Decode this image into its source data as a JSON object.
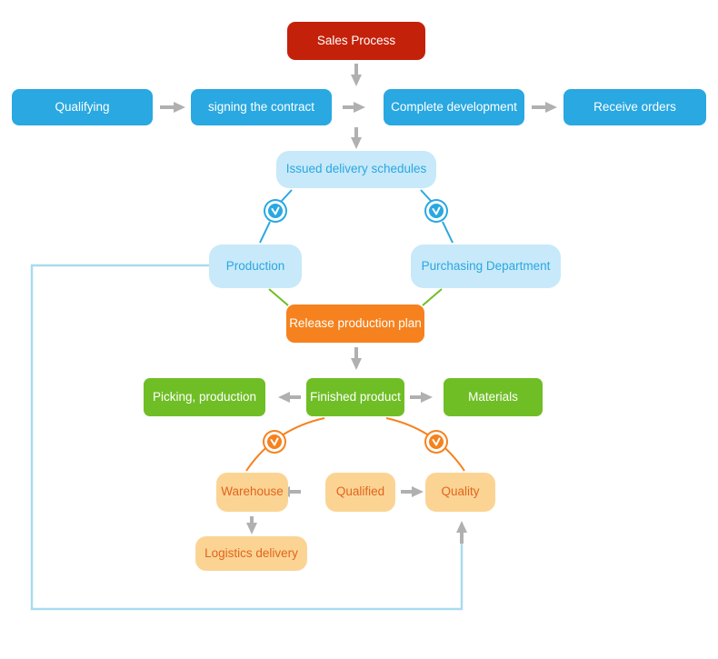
{
  "diagram": {
    "title": "Sales Process flowchart",
    "nodes": {
      "sales": {
        "label": "Sales Process",
        "color": "#c4210a"
      },
      "qualifying": {
        "label": "Qualifying",
        "color": "#29a8e1"
      },
      "signing": {
        "label": "signing the contract",
        "color": "#29a8e1"
      },
      "complete": {
        "label": "Complete development",
        "color": "#29a8e1"
      },
      "receive": {
        "label": "Receive orders",
        "color": "#29a8e1"
      },
      "issued": {
        "label": "Issued delivery schedules",
        "color": "#c7e9fa"
      },
      "production": {
        "label": "Production",
        "color": "#c7e9fa"
      },
      "purchasing": {
        "label": "Purchasing Department",
        "color": "#c7e9fa"
      },
      "release": {
        "label": "Release production plan",
        "color": "#f5821e"
      },
      "picking": {
        "label": "Picking, production",
        "color": "#6fbe26"
      },
      "finished": {
        "label": "Finished product",
        "color": "#6fbe26"
      },
      "materials": {
        "label": "Materials",
        "color": "#6fbe26"
      },
      "warehouse": {
        "label": "Warehouse",
        "color": "#fbd494"
      },
      "qualified": {
        "label": "Qualified",
        "color": "#fbd494"
      },
      "quality": {
        "label": "Quality",
        "color": "#fbd494"
      },
      "logistics": {
        "label": "Logistics delivery",
        "color": "#fbd494"
      }
    },
    "icons": [
      {
        "name": "clock-icon-blue-left",
        "color": "#29a8e1"
      },
      {
        "name": "clock-icon-blue-right",
        "color": "#29a8e1"
      },
      {
        "name": "clock-icon-orange-left",
        "color": "#f5821e"
      },
      {
        "name": "clock-icon-orange-right",
        "color": "#f5821e"
      }
    ],
    "colors": {
      "red": "#c4210a",
      "blue": "#29a8e1",
      "light_blue_fill": "#c7e9fa",
      "light_blue_text": "#2ba7e0",
      "orange": "#f5821e",
      "green": "#6fbe26",
      "tan_fill": "#fbd494",
      "tan_text": "#e2641c",
      "arrow_gray": "#b0b0b0",
      "feedback_line": "#a9dbef"
    },
    "edges": [
      {
        "from": "Sales Process",
        "to": "top row",
        "style": "gray-arrow-down"
      },
      {
        "from": "Qualifying",
        "to": "signing the contract",
        "style": "gray-arrow"
      },
      {
        "from": "signing the contract",
        "to": "Complete development",
        "style": "gray-arrow"
      },
      {
        "from": "Complete development",
        "to": "Receive orders",
        "style": "gray-arrow"
      },
      {
        "from": "top row",
        "to": "Issued delivery schedules",
        "style": "gray-arrow-down"
      },
      {
        "from": "Issued delivery schedules",
        "to": "Production",
        "style": "blue-line-with-clock"
      },
      {
        "from": "Issued delivery schedules",
        "to": "Purchasing Department",
        "style": "blue-line-with-clock"
      },
      {
        "from": "Production",
        "to": "Release production plan",
        "style": "green-line"
      },
      {
        "from": "Purchasing Department",
        "to": "Release production plan",
        "style": "green-line"
      },
      {
        "from": "Release production plan",
        "to": "Finished product",
        "style": "gray-arrow-down"
      },
      {
        "from": "Finished product",
        "to": "Picking, production",
        "style": "gray-arrow"
      },
      {
        "from": "Finished product",
        "to": "Materials",
        "style": "gray-arrow"
      },
      {
        "from": "Finished product",
        "to": "Warehouse",
        "style": "orange-curve-with-clock"
      },
      {
        "from": "Finished product",
        "to": "Quality",
        "style": "orange-curve-with-clock"
      },
      {
        "from": "Qualified",
        "to": "Warehouse",
        "style": "gray-arrow"
      },
      {
        "from": "Qualified",
        "to": "Quality",
        "style": "gray-arrow"
      },
      {
        "from": "Warehouse",
        "to": "Logistics delivery",
        "style": "gray-arrow-down"
      },
      {
        "from": "Production",
        "to": "Quality",
        "style": "lightblue-feedback-loop"
      }
    ]
  }
}
